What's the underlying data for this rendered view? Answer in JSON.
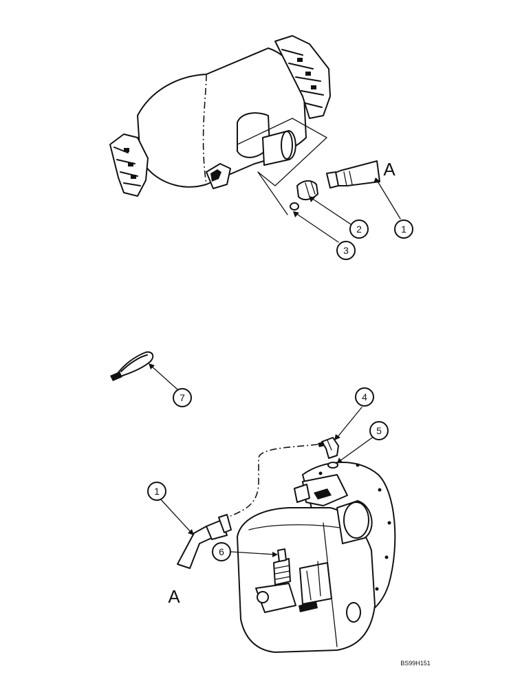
{
  "callouts": {
    "c1_top": "1",
    "c2": "2",
    "c3": "3",
    "c4": "4",
    "c5": "5",
    "c6": "6",
    "c7": "7",
    "c1_bottom": "1"
  },
  "connection_labels": {
    "top": "A",
    "bottom": "A"
  },
  "drawing_code": "BS99H151"
}
